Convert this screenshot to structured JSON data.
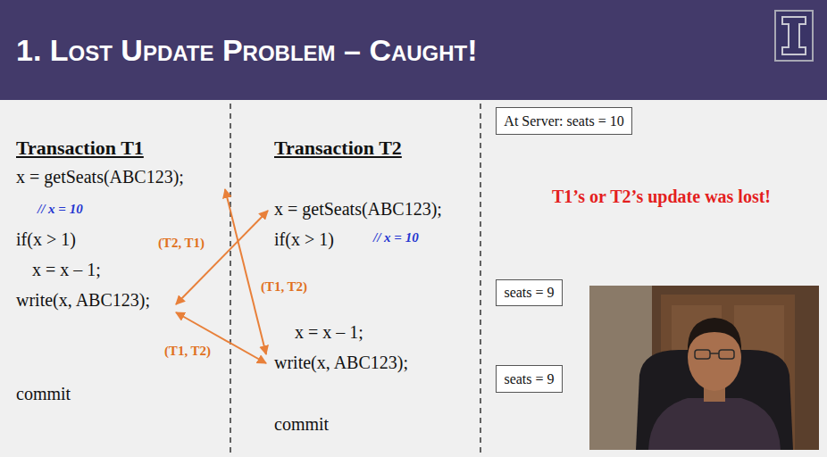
{
  "diagram": {
    "title": "1. Lost Update Problem – Caught!",
    "nodes": [
      {
        "text": [
          "At Server: seats = 10"
        ]
      },
      {
        "text": [
          "seats = 9"
        ]
      },
      {
        "text": [
          "seats = 9"
        ]
      }
    ],
    "labels": [
      "Transaction T1",
      "x = getSeats(ABC123);",
      "// x = 10",
      "if(x > 1)",
      "x = x – 1;",
      "write(x, ABC123);",
      "commit",
      "Transaction T2",
      "x = getSeats(ABC123);",
      "if(x > 1)",
      "// x = 10",
      "x = x – 1;",
      "write(x, ABC123);",
      "commit",
      "(T2, T1)",
      "(T1, T2)",
      "(T1, T2)",
      "T1’s or T2’s update was lost!"
    ]
  }
}
